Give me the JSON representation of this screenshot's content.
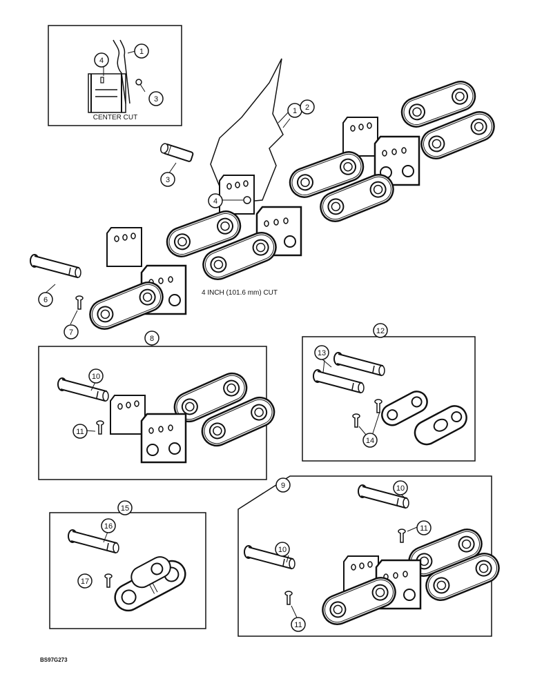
{
  "diagram": {
    "center_cut_caption": "CENTER CUT",
    "main_cut_caption": "4 INCH (101.6 mm) CUT",
    "figure_code": "BS97G273",
    "callouts": {
      "c1": "1",
      "c2": "2",
      "c3": "3",
      "c4": "4",
      "c6": "6",
      "c7": "7",
      "c8": "8",
      "c9": "9",
      "c10": "10",
      "c11": "11",
      "c12": "12",
      "c13": "13",
      "c14": "14",
      "c15": "15",
      "c16": "16",
      "c17": "17"
    }
  }
}
